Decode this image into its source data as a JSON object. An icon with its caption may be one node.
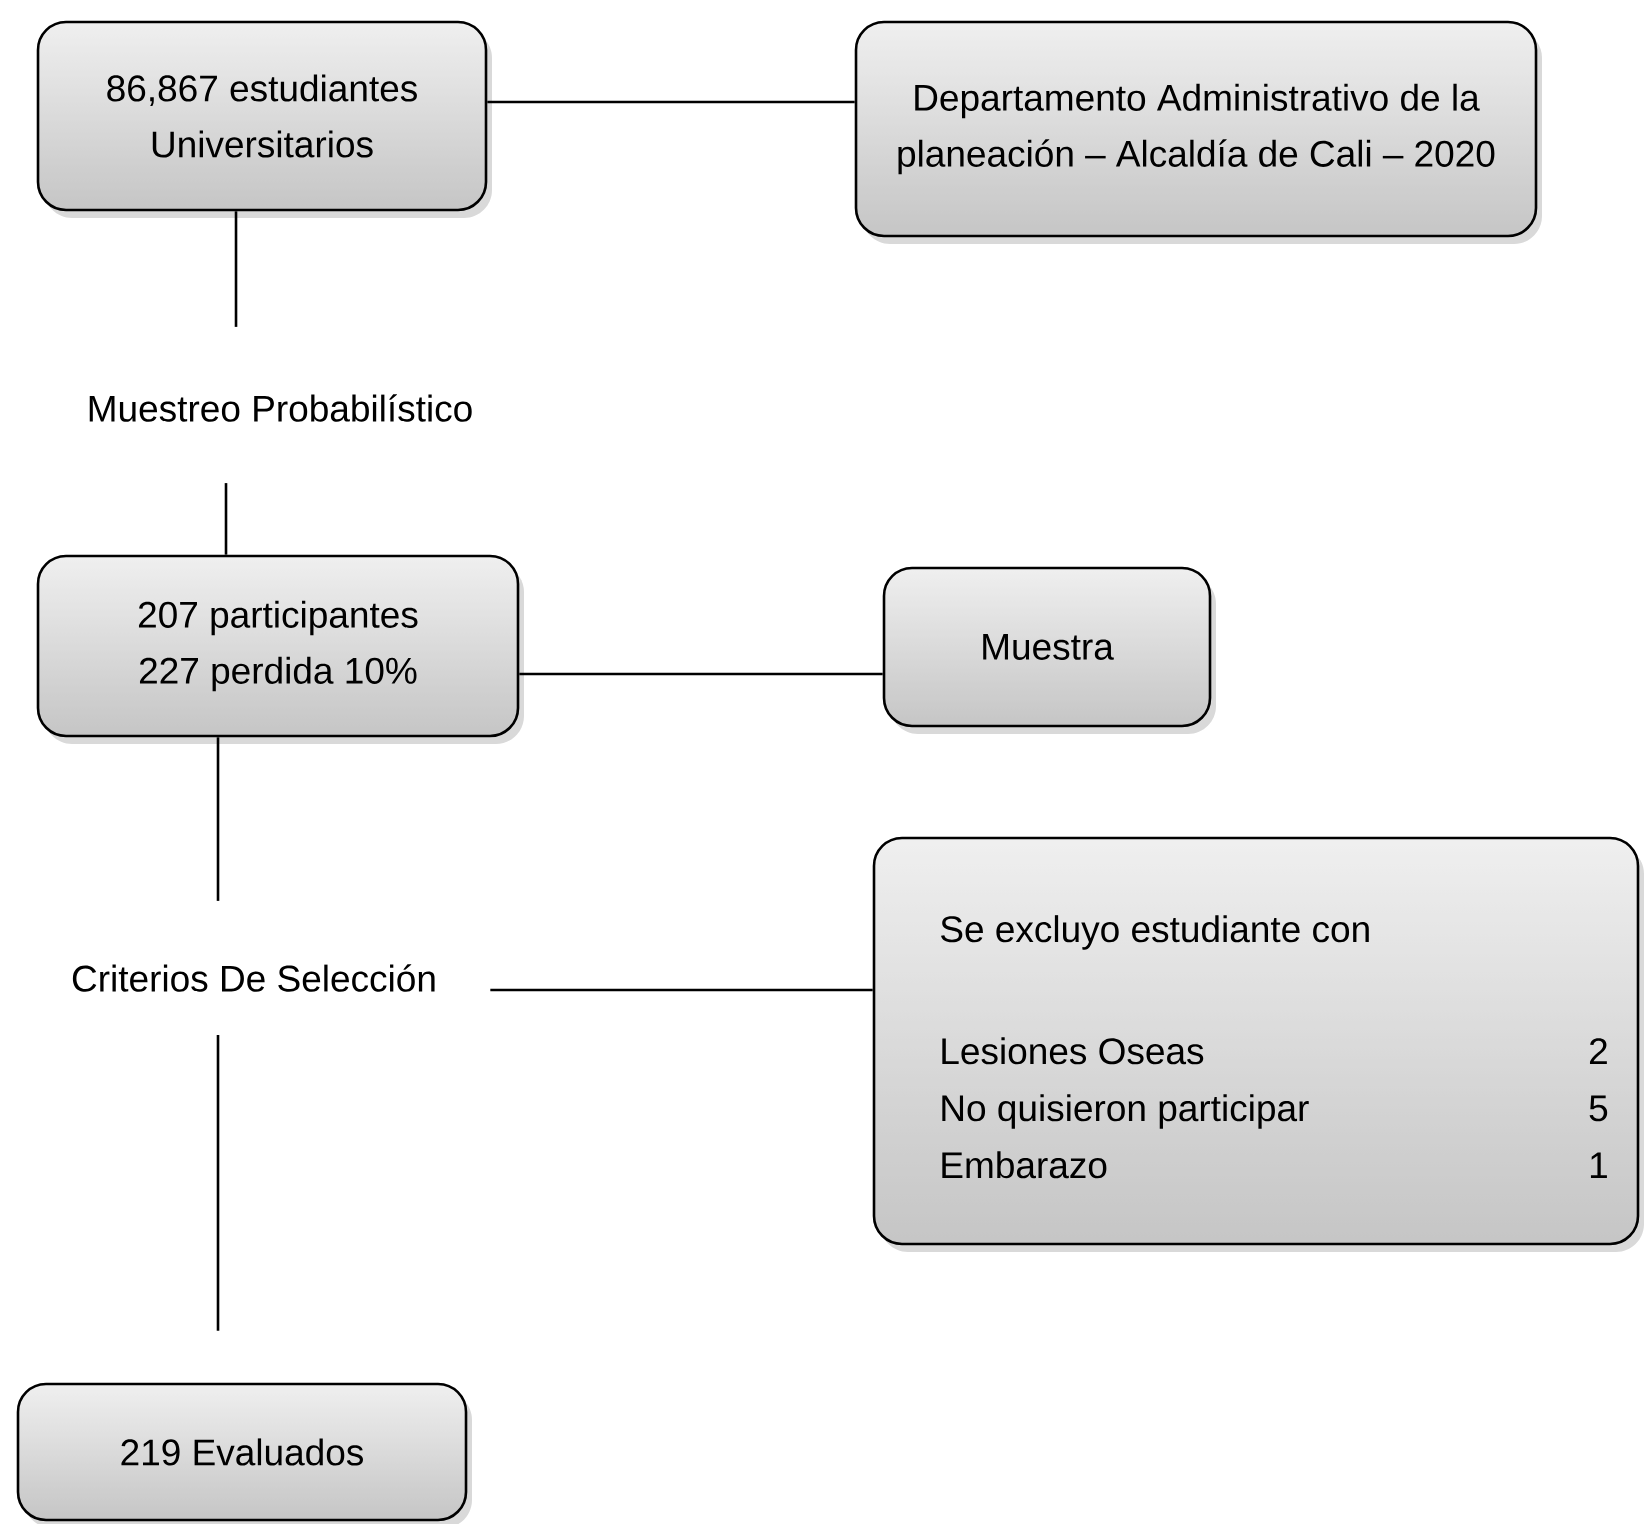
{
  "diagram": {
    "nodes": [
      {
        "text": [
          "86,867 estudiantes Universitarios"
        ]
      },
      {
        "text": [
          "Departamento Administrativo de la planeación – Alcaldía de Cali – 2020"
        ]
      },
      {
        "text": [
          "Muestreo Probabilístico"
        ]
      },
      {
        "text": [
          "207 participantes",
          "227 perdida 10%"
        ]
      },
      {
        "text": [
          "Muestra"
        ]
      },
      {
        "text": [
          "Criterios De Selección"
        ]
      },
      {
        "text": [
          "Se excluyo estudiante con",
          "Lesiones Oseas",
          "2",
          "No quisieron participar",
          "5",
          "Embarazo",
          "1"
        ]
      },
      {
        "text": [
          "219 Evaluados"
        ]
      }
    ],
    "edges": [
      {
        "from": 0,
        "to": 1,
        "arrow": "none"
      },
      {
        "from": 0,
        "to": 2,
        "arrow": "none"
      },
      {
        "from": 2,
        "to": 3,
        "arrow": "none"
      },
      {
        "from": 3,
        "to": 4,
        "arrow": "none"
      },
      {
        "from": 3,
        "to": 5,
        "arrow": "none"
      },
      {
        "from": 5,
        "to": 6,
        "arrow": "none"
      },
      {
        "from": 5,
        "to": 7,
        "arrow": "none"
      }
    ]
  }
}
